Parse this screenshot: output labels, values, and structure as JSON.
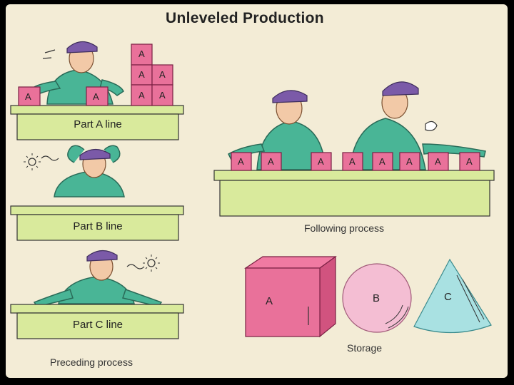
{
  "title": "Unleveled Production",
  "lines": [
    {
      "label": "Part A line"
    },
    {
      "label": "Part B line"
    },
    {
      "label": "Part C line"
    }
  ],
  "preceding_label": "Preceding process",
  "following_label": "Following process",
  "storage_label": "Storage",
  "boxes": {
    "part_a_workbench": [
      "A",
      "A"
    ],
    "part_a_stack": [
      "A",
      "A",
      "A",
      "A",
      "A"
    ],
    "following_row": [
      "A",
      "A",
      "A",
      "A",
      "A",
      "A",
      "A",
      "A"
    ]
  },
  "storage_shapes": {
    "cube": "A",
    "sphere": "B",
    "cone": "C"
  },
  "colors": {
    "background": "#f3ecd6",
    "box_pink": "#e9719a",
    "bench_green": "#d9ea9c",
    "shirt_teal": "#49b596",
    "cap_purple": "#7b5aa8",
    "sphere_pink": "#f4bed3",
    "cone_cyan": "#a9e1e2"
  }
}
